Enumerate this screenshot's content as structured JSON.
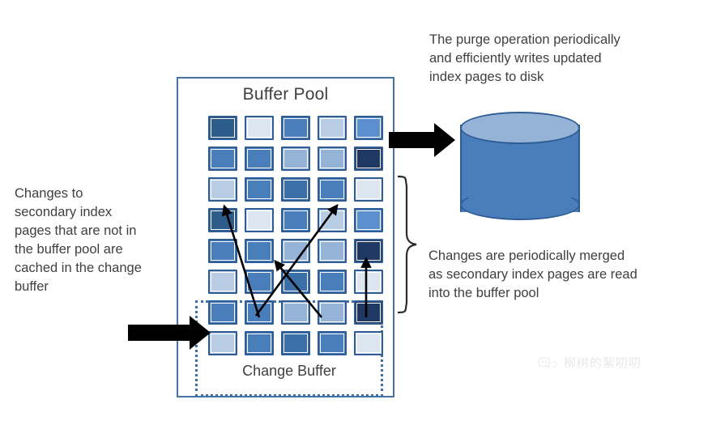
{
  "diagram": {
    "buffer_pool": {
      "title": "Buffer Pool",
      "border_color": "#4472a4"
    },
    "change_buffer": {
      "title": "Change Buffer",
      "border_color": "#3f6fa8",
      "border_style": "dotted"
    },
    "disk": {
      "label": "disk-cylinder",
      "body_color": "#4a7ebb",
      "top_color": "#95b3d7",
      "outline_color": "#2f5c94"
    },
    "notes": [
      {
        "id": "purge-note",
        "text": "The purge operation periodically\nand efficiently writes updated\nindex pages to disk"
      },
      {
        "id": "change-buffer-note",
        "text": "Changes to\nsecondary index\npages that are not in\nthe buffer pool are\ncached in the change\nbuffer"
      },
      {
        "id": "merge-note",
        "text": "Changes are periodically merged\nas secondary index pages are read\ninto the buffer pool"
      }
    ],
    "arrows": {
      "purge_arrow": "block-arrow-right",
      "change_arrow": "block-arrow-right",
      "merge_flows": 4
    },
    "grid": {
      "columns": 5,
      "rows": 8,
      "tile_palette": {
        "darkest": "#1f3864",
        "dark": "#2e5c8a",
        "mid_dark": "#3b6fa8",
        "mid": "#4a7ebb",
        "mid_light": "#6a9bd1",
        "light": "#95b3d7",
        "lighter": "#b8cce4",
        "lightest": "#dce6f1"
      },
      "tiles": [
        [
          "#2e5c8a",
          "#dce6f1",
          "#4a7ebb",
          "#b8cce4",
          "#5b8fd0"
        ],
        [
          "#4a7ebb",
          "#4a7ebb",
          "#95b3d7",
          "#95b3d7",
          "#1f3864"
        ],
        [
          "#b8cce4",
          "#4a7ebb",
          "#3b6fa8",
          "#4a7ebb",
          "#dce6f1"
        ],
        [
          "#2e5c8a",
          "#dce6f1",
          "#4a7ebb",
          "#b8cce4",
          "#5b8fd0"
        ],
        [
          "#4a7ebb",
          "#4a7ebb",
          "#95b3d7",
          "#95b3d7",
          "#1f3864"
        ],
        [
          "#b8cce4",
          "#4a7ebb",
          "#3b6fa8",
          "#4a7ebb",
          "#dce6f1"
        ],
        [
          "#4a7ebb",
          "#4a7ebb",
          "#95b3d7",
          "#95b3d7",
          "#1f3864"
        ],
        [
          "#b8cce4",
          "#4a7ebb",
          "#3b6fa8",
          "#4a7ebb",
          "#dce6f1"
        ]
      ]
    },
    "watermark": {
      "text": "柳树的絮叨叨",
      "icon": "cloud-logo-icon"
    }
  }
}
